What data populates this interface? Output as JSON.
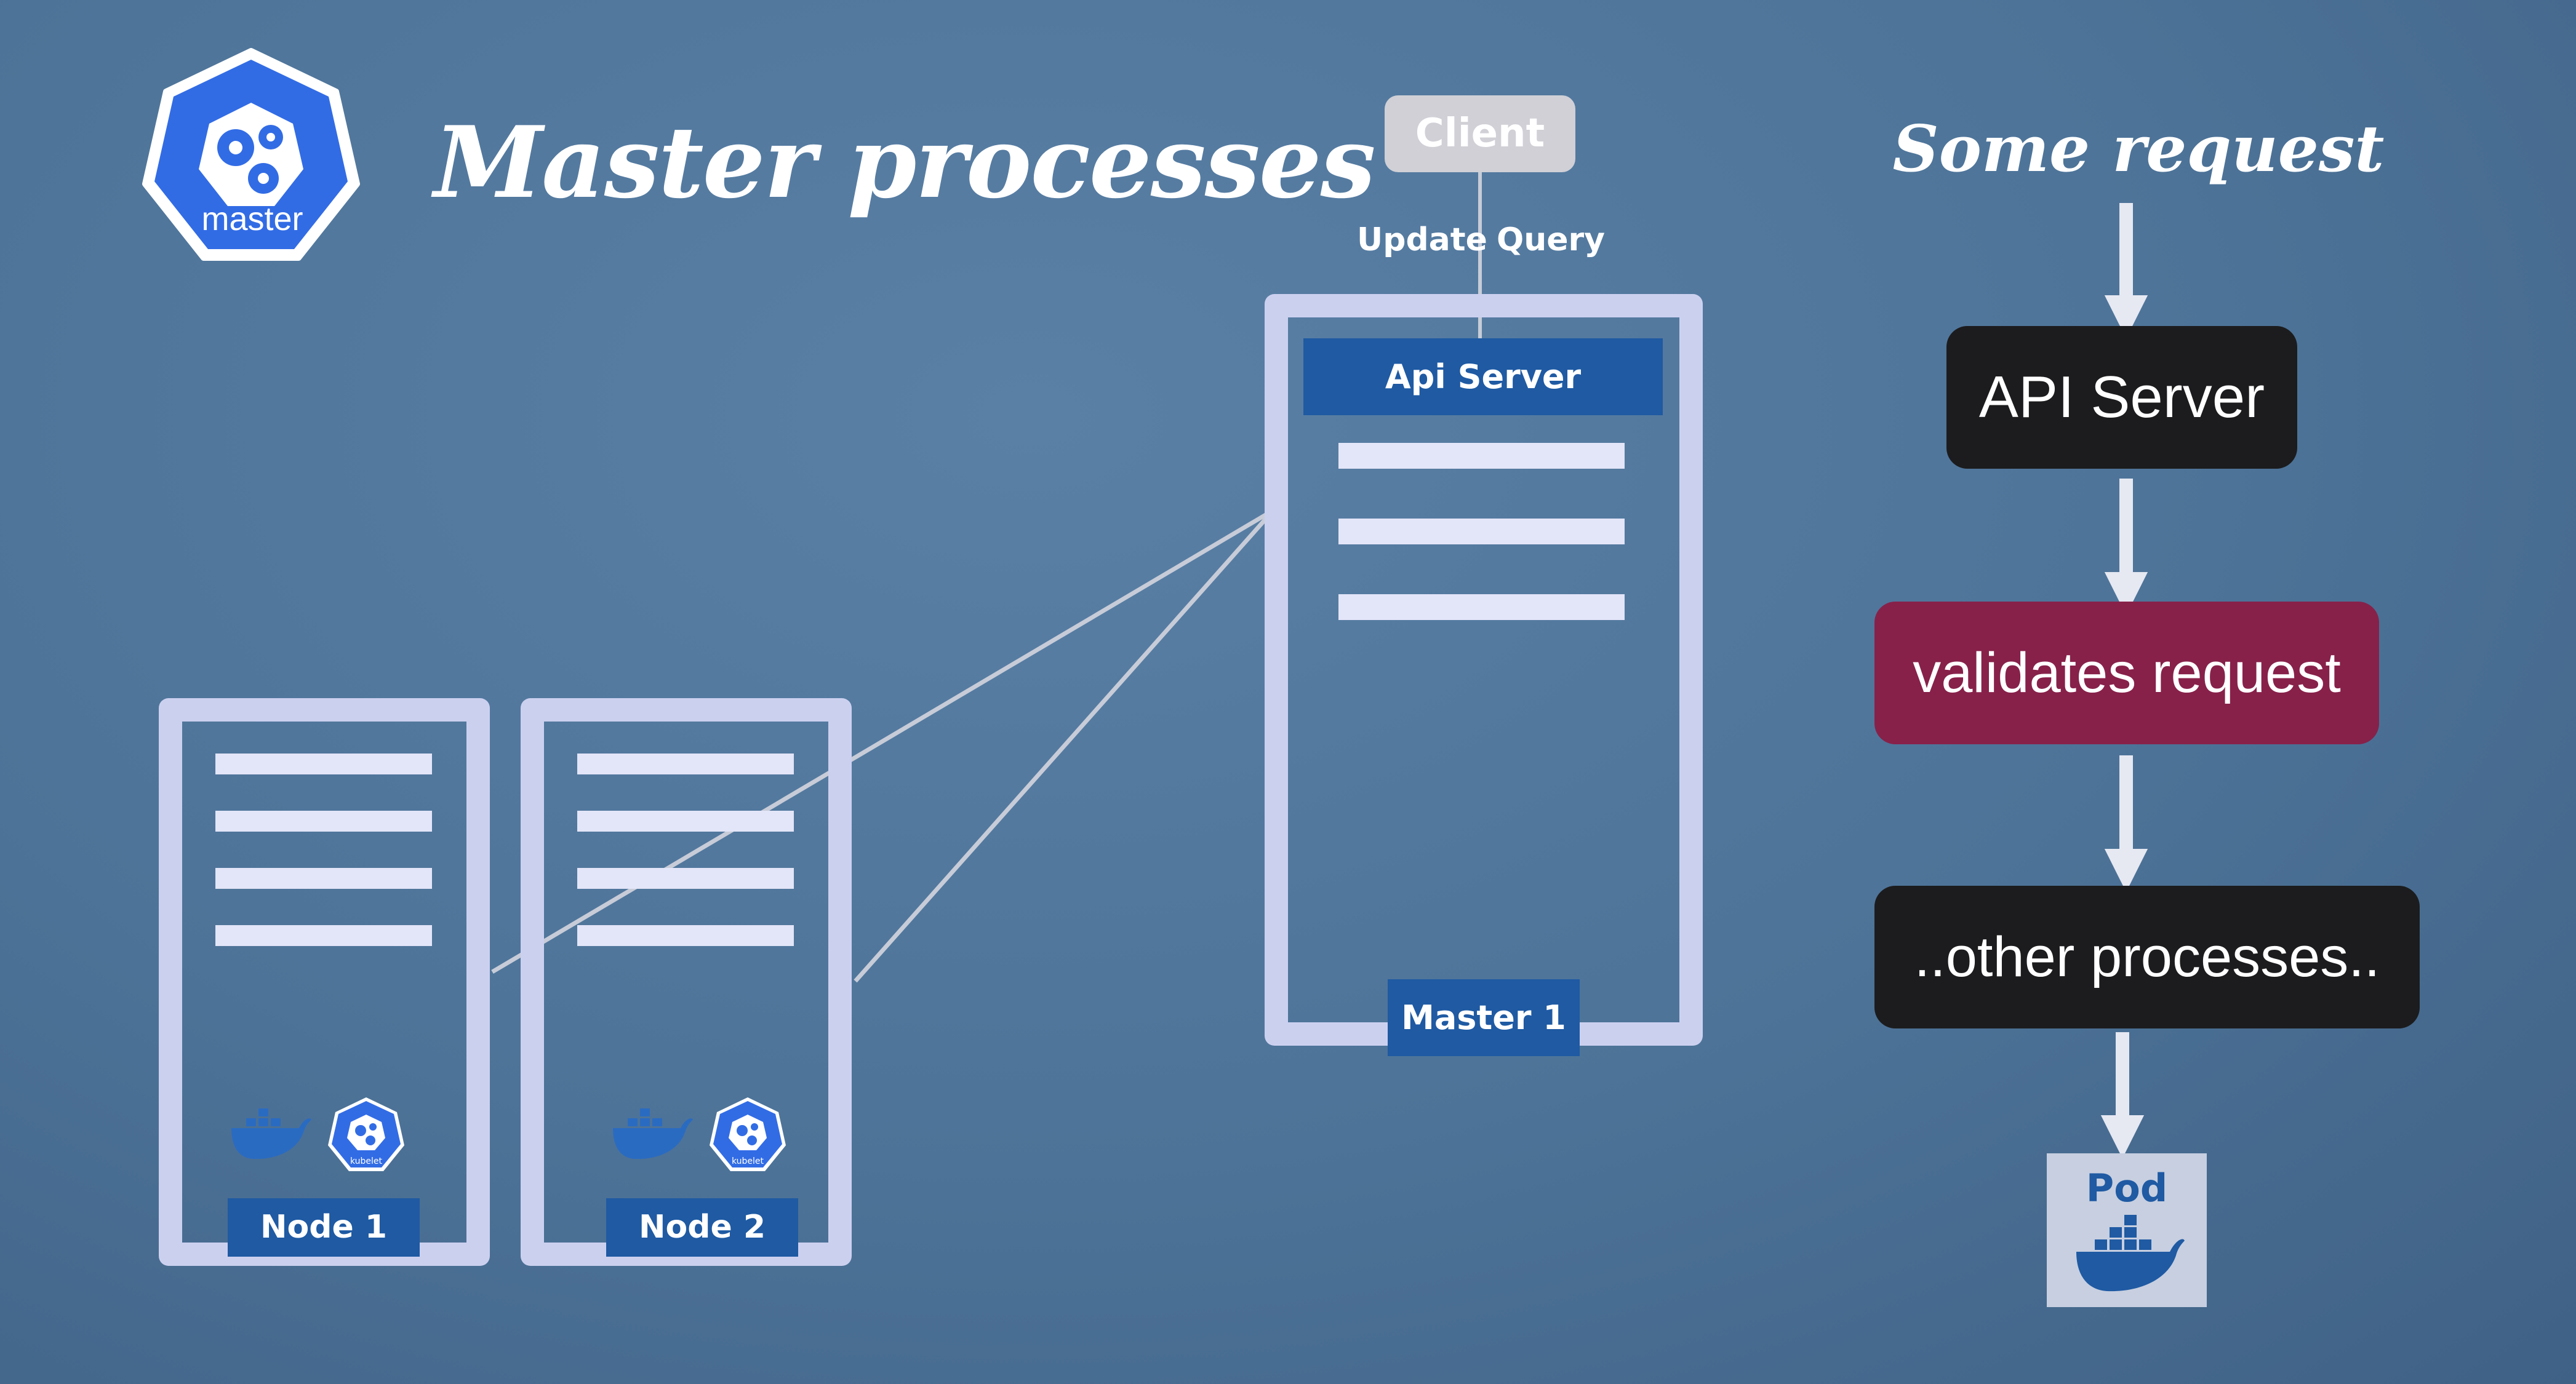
{
  "title": "Master processes",
  "master_logo": {
    "label": "master"
  },
  "client": {
    "label": "Client",
    "update_label": "Update",
    "query_label": "Query"
  },
  "master_node": {
    "api_label": "Api Server",
    "name": "Master 1"
  },
  "nodes": [
    {
      "name": "Node 1",
      "kubelet_label": "kubelet"
    },
    {
      "name": "Node 2",
      "kubelet_label": "kubelet"
    }
  ],
  "flow": {
    "heading": "Some request",
    "steps": [
      "API Server",
      "validates request",
      "..other processes.."
    ],
    "pod_label": "Pod"
  },
  "colors": {
    "background": "#4d7398",
    "k8s_blue": "#326ce5",
    "frame": "#ccd0ef",
    "tag_blue": "#1f5aa3",
    "validate_step": "#87214a",
    "dark_step": "#1c1c1e"
  }
}
